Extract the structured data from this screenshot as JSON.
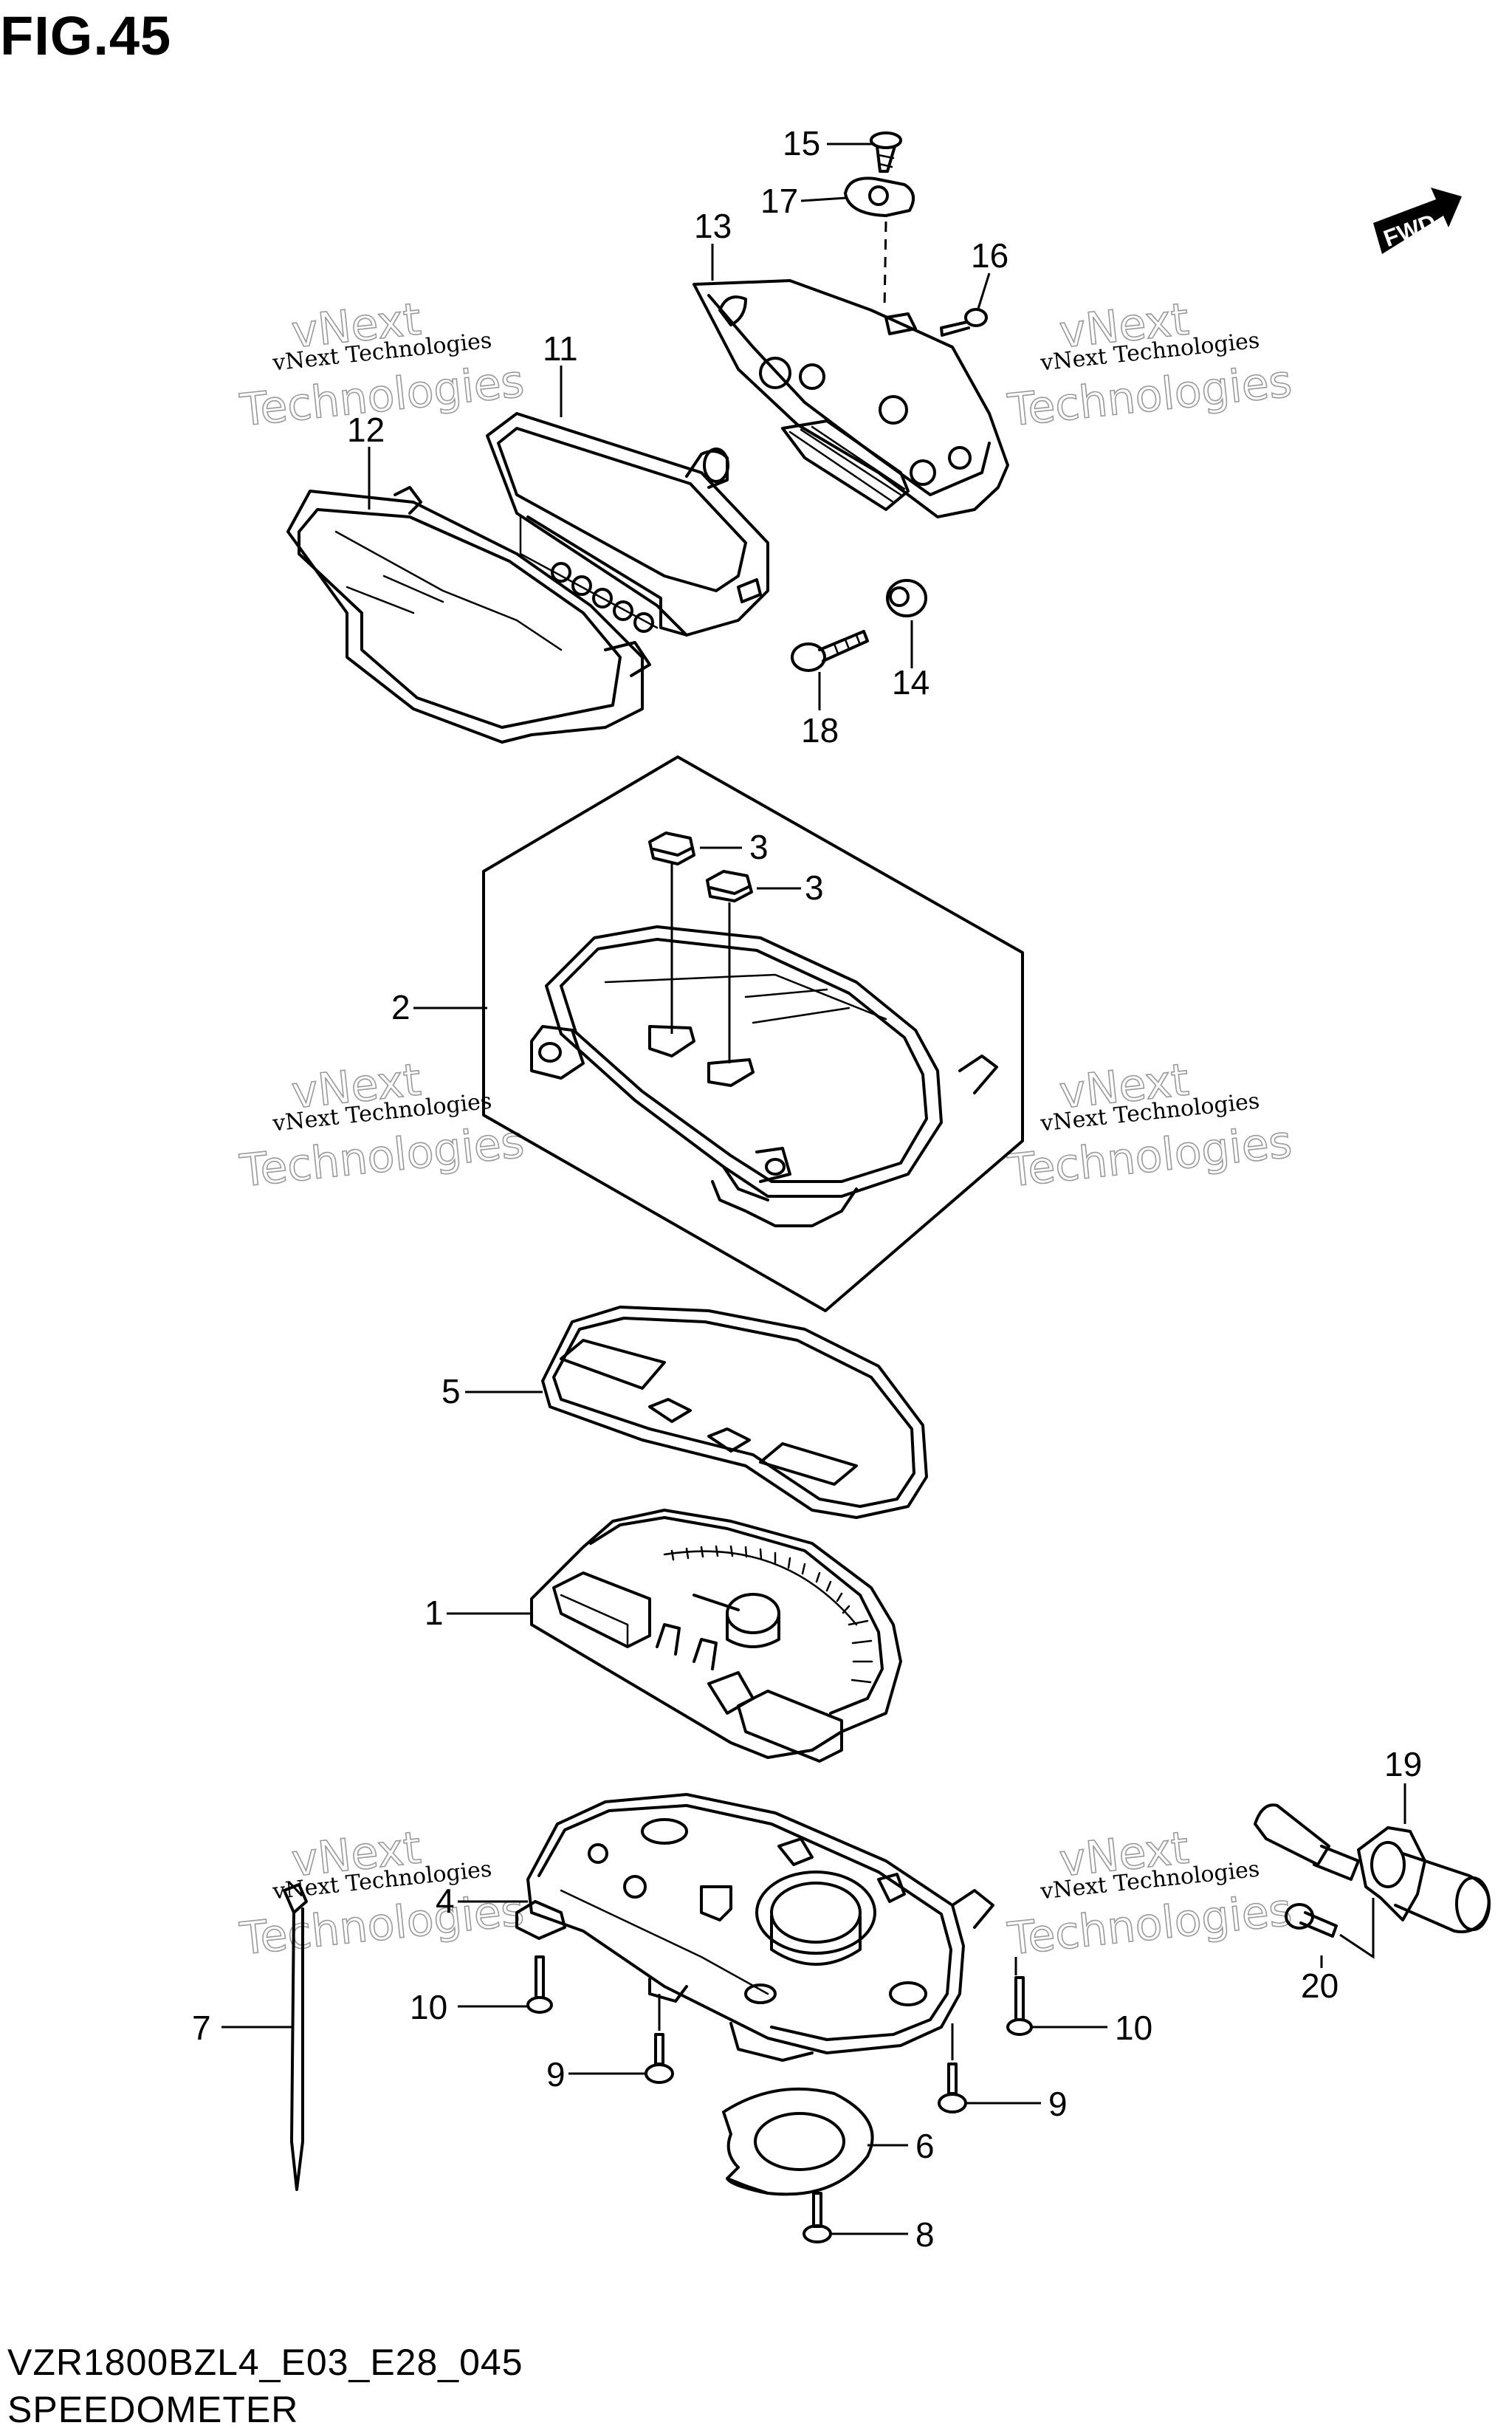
{
  "figure": {
    "title": "FIG.45",
    "model_code": "VZR1800BZL4_E03_E28_045",
    "section_name": "SPEEDOMETER",
    "direction_label": "FWD",
    "watermark_line1": "vNext Technologies",
    "watermark_line2": "Technologies",
    "watermark_small": "vNext"
  },
  "callouts": [
    {
      "number": "15"
    },
    {
      "number": "17"
    },
    {
      "number": "13"
    },
    {
      "number": "16"
    },
    {
      "number": "11"
    },
    {
      "number": "12"
    },
    {
      "number": "14"
    },
    {
      "number": "18"
    },
    {
      "number": "3"
    },
    {
      "number": "3"
    },
    {
      "number": "2"
    },
    {
      "number": "5"
    },
    {
      "number": "1"
    },
    {
      "number": "19"
    },
    {
      "number": "4"
    },
    {
      "number": "20"
    },
    {
      "number": "7"
    },
    {
      "number": "10"
    },
    {
      "number": "10"
    },
    {
      "number": "9"
    },
    {
      "number": "9"
    },
    {
      "number": "6"
    },
    {
      "number": "8"
    }
  ]
}
